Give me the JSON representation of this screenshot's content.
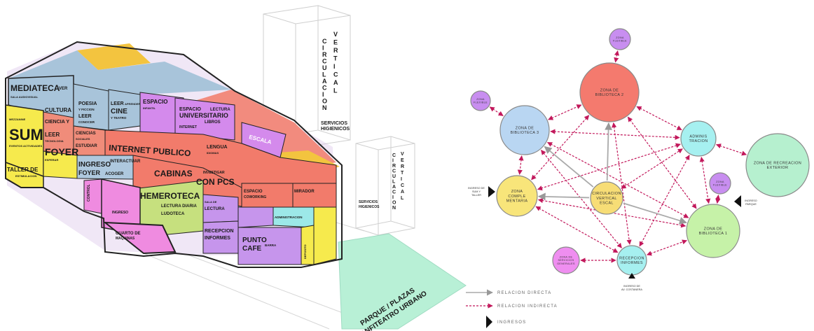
{
  "axon": {
    "mediateca": "MEDIATECA",
    "ver": "VER",
    "mediateca_sub": "SALA AUDIOVISUAL",
    "poesia": "POESIA",
    "ficcion": "Y FICCION",
    "leer1": "LEER",
    "conocer": "CONOCER",
    "leer2": "LEER",
    "aprender": "APRENDER",
    "cine": "CINE",
    "teatro": "Y TEATRO",
    "cultura": "CULTURA",
    "espacio1": "ESPACIO",
    "espacio1_sub": "INFANTIL",
    "espacio2": "ESPACIO",
    "universitario": "UNIVERSITARIO",
    "lectura": "LECTURA",
    "libros": "LIBROS",
    "internet_small": "INTERNET",
    "sum": "SUM",
    "mezzanine": "MEZZANINE",
    "sum_sub": "EVENTOS ACTIVIDADES",
    "ciencia": "CIENCIA Y",
    "leer3": "LEER",
    "tecnologia": "TECNOLOGIA",
    "ciencias": "CIENCIAS",
    "estudiar": "ESTUDIAR",
    "sociales": "SOCIALES",
    "foyer": "FOYER",
    "foyer_sub": "ESPERAR",
    "lengua": "LENGUA",
    "lengua_sub": "IDIOMAS",
    "escala": "ESCALA",
    "internet_publico": "INTERNET PUBLICO",
    "interactuar": "INTERACTUAR",
    "cabinas": "CABINAS",
    "investigar": "INVESTIGAR",
    "con_pcs": "CON PCS",
    "ingreso": "INGRESO",
    "foyer2": "FOYER",
    "acoger": "ACOGER",
    "taller": "TALLER DE",
    "taller_sub": "ESTIMULACION",
    "control": "CONTROL",
    "hemeroteca": "HEMEROTECA",
    "hemeroteca_sub": "LECTURA DIARIA",
    "ludoteca": "LUDOTECA",
    "espacio_cowork": "ESPACIO",
    "coworking": "COWORKING",
    "mirador": "MIRADOR",
    "sala_lectura": "SALA DE",
    "lectura2": "LECTURA",
    "recepcion": "RECEPCION",
    "informes": "INFORMES",
    "administracion": "ADMINISTRACION",
    "punto": "PUNTO",
    "cafe": "CAFE",
    "barra": "BARRA",
    "cuarto": "CUARTO DE",
    "maquinas": "MAQUINAS",
    "deposito": "DEPOSITO",
    "ingreso_serv": "INGRESO",
    "circ1": [
      "C",
      "I",
      "R",
      "C",
      "U",
      "L",
      "A",
      "C",
      "I",
      "O",
      "N"
    ],
    "vert1": [
      "V",
      "E",
      "R",
      "T",
      "I",
      "C",
      "A",
      "L"
    ],
    "serv1": "SERVICIOS",
    "serv1b": "HIGIENICOS",
    "circ2": [
      "C",
      "I",
      "R",
      "C",
      "U",
      "L",
      "A",
      "C",
      "I",
      "O",
      "N"
    ],
    "vert2": [
      "V",
      "E",
      "R",
      "T",
      "I",
      "C",
      "A",
      "L"
    ],
    "serv2": "SERVICIOS",
    "serv2b": "HIGIENICOS",
    "parque": "PARQUE / PLAZAS",
    "anfiteatro": "ANFITEATRO URBANO"
  },
  "bubble": {
    "nodes": [
      {
        "id": "zf_top",
        "lines": [
          "ZONA",
          "FLEXIBLE"
        ],
        "color": "#c88ef0",
        "small": true
      },
      {
        "id": "bib2",
        "lines": [
          "ZONA DE",
          "BIBLIOTECA 2"
        ],
        "color": "#f47a6e"
      },
      {
        "id": "zf_left",
        "lines": [
          "ZONA",
          "FLEXIBLE"
        ],
        "color": "#c88ef0",
        "small": true
      },
      {
        "id": "bib3",
        "lines": [
          "ZONA DE",
          "BIBLIOTECA 3"
        ],
        "color": "#b9d6f2"
      },
      {
        "id": "admin",
        "lines": [
          "ADMINIS",
          "TRACION"
        ],
        "color": "#a6f0f0"
      },
      {
        "id": "recreacion",
        "lines": [
          "ZONA DE RECREACION",
          "EXTERIOR"
        ],
        "color": "#b6f0cf"
      },
      {
        "id": "complementaria",
        "lines": [
          "ZONA",
          "COMPLE",
          "MENTARIA"
        ],
        "color": "#f8e57a"
      },
      {
        "id": "circ",
        "lines": [
          "CIRCULACION",
          "VERTICAL",
          "ESCAL"
        ],
        "color": "#f7dd76"
      },
      {
        "id": "zf_right",
        "lines": [
          "ZONA",
          "FLEXIBLE"
        ],
        "color": "#c88ef0",
        "small": true
      },
      {
        "id": "bib1",
        "lines": [
          "ZONA DE",
          "BIBLIOTECA 1"
        ],
        "color": "#c6f2a8"
      },
      {
        "id": "servicios",
        "lines": [
          "ZONA DE",
          "SERVICIOS",
          "GENERALES"
        ],
        "color": "#ef8ef0",
        "small": true
      },
      {
        "id": "recepcion",
        "lines": [
          "RECEPCION",
          "INFORMES"
        ],
        "color": "#a6f0f0"
      }
    ],
    "ingresos": {
      "left": [
        "INGRESO DE",
        "SUM Y",
        "TALLER"
      ],
      "right": [
        "INGRESO",
        "PARQUE"
      ],
      "bottom": [
        "INGRESO DE",
        "AV. COSTANERA"
      ]
    },
    "legend": {
      "directa": "RELACION DIRECTA",
      "indirecta": "RELACION INDIRECTA",
      "ingresos": "INGRESOS"
    }
  },
  "colors": {
    "directa": "#aaaaaa",
    "indirecta": "#c2185b"
  }
}
